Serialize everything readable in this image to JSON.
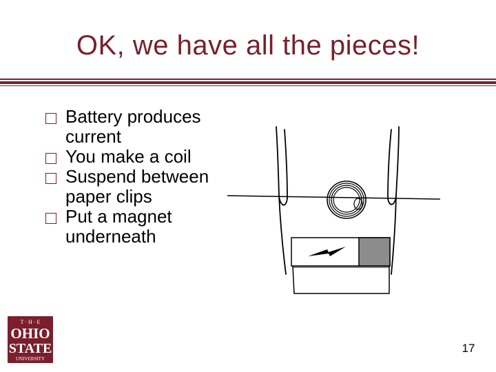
{
  "slide": {
    "title": "OK, we have all the pieces!",
    "bullets": [
      "Battery produces current",
      "You make a coil",
      "Suspend between paper clips",
      "Put a magnet underneath"
    ],
    "page_number": "17"
  },
  "logo": {
    "line1": "T · H · E",
    "line2": "OHIO",
    "line3": "STATE",
    "line4": "UNIVERSITY"
  },
  "colors": {
    "accent": "#7a1f2b",
    "text": "#000000",
    "background": "#ffffff"
  }
}
